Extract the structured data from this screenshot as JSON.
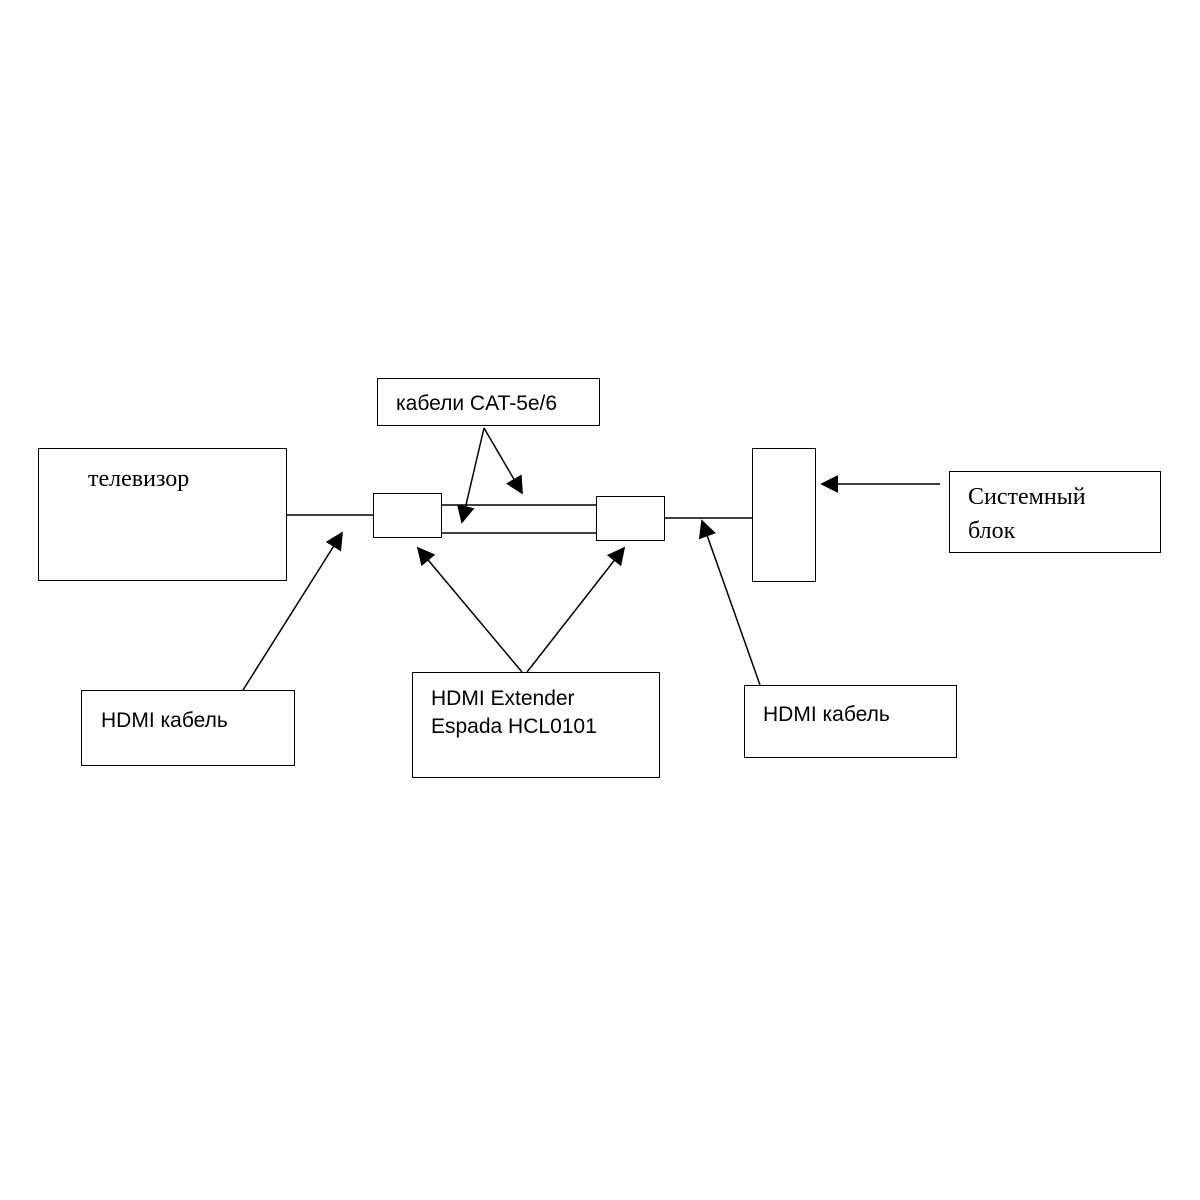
{
  "nodes": {
    "tv": "телевизор",
    "system_unit": [
      "Системный",
      "блок"
    ],
    "cat_cables": "кабели CAT-5e/6",
    "extender": [
      "HDMI Extender",
      "Espada HCL0101"
    ],
    "hdmi_left": "HDMI кабель",
    "hdmi_right": "HDMI кабель"
  },
  "colors": {
    "line": "#000000",
    "background": "#ffffff"
  }
}
